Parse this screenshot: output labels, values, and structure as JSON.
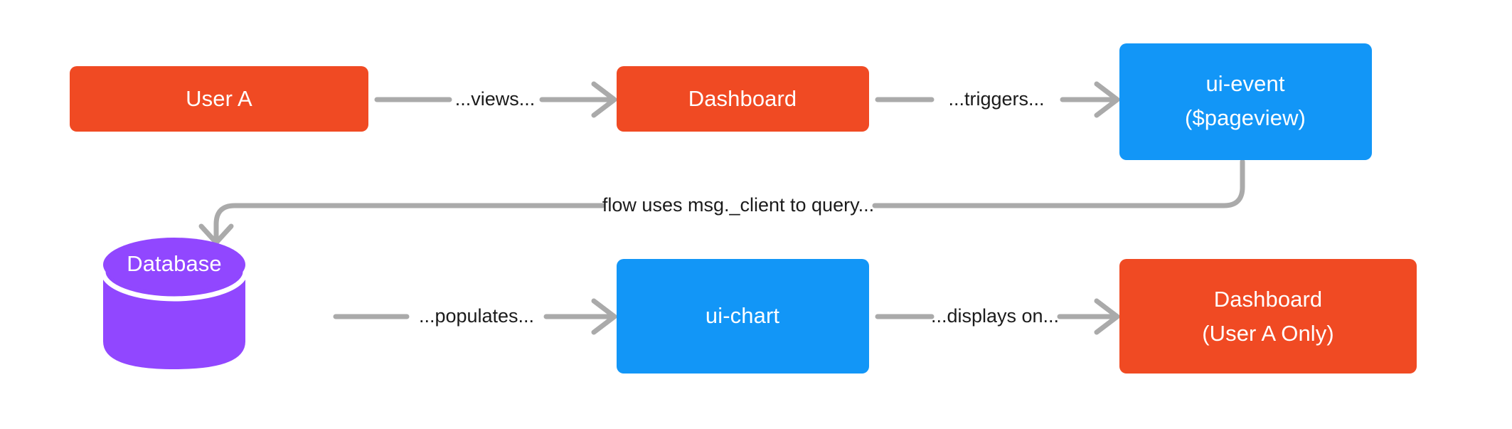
{
  "diagram": {
    "type": "flowchart",
    "background": "#ffffff",
    "colors": {
      "orange": "#f04a23",
      "blue": "#1296f7",
      "purple": "#9147ff",
      "edge": "#aaaaaa",
      "edge_label_text": "#1b1b1b",
      "node_label_text": "#ffffff"
    },
    "nodes": [
      {
        "id": "user-a",
        "shape": "rounded-rect",
        "color": "#f04a23",
        "lines": [
          "User A"
        ]
      },
      {
        "id": "dashboard-top",
        "shape": "rounded-rect",
        "color": "#f04a23",
        "lines": [
          "Dashboard"
        ]
      },
      {
        "id": "ui-event",
        "shape": "rounded-rect",
        "color": "#1296f7",
        "lines": [
          "ui-event",
          "($pageview)"
        ]
      },
      {
        "id": "database",
        "shape": "cylinder",
        "color": "#9147ff",
        "lines": [
          "Database"
        ]
      },
      {
        "id": "ui-chart",
        "shape": "rounded-rect",
        "color": "#1296f7",
        "lines": [
          "ui-chart"
        ]
      },
      {
        "id": "dashboard-bottom",
        "shape": "rounded-rect",
        "color": "#f04a23",
        "lines": [
          "Dashboard",
          "(User A Only)"
        ]
      }
    ],
    "edges": [
      {
        "id": "e1",
        "from": "user-a",
        "to": "dashboard-top",
        "label": "...views..."
      },
      {
        "id": "e2",
        "from": "dashboard-top",
        "to": "ui-event",
        "label": "...triggers..."
      },
      {
        "id": "e3",
        "from": "ui-event",
        "to": "database",
        "label": "flow uses msg._client to query..."
      },
      {
        "id": "e4",
        "from": "database",
        "to": "ui-chart",
        "label": "...populates..."
      },
      {
        "id": "e5",
        "from": "ui-chart",
        "to": "dashboard-bottom",
        "label": "...displays on..."
      }
    ]
  }
}
